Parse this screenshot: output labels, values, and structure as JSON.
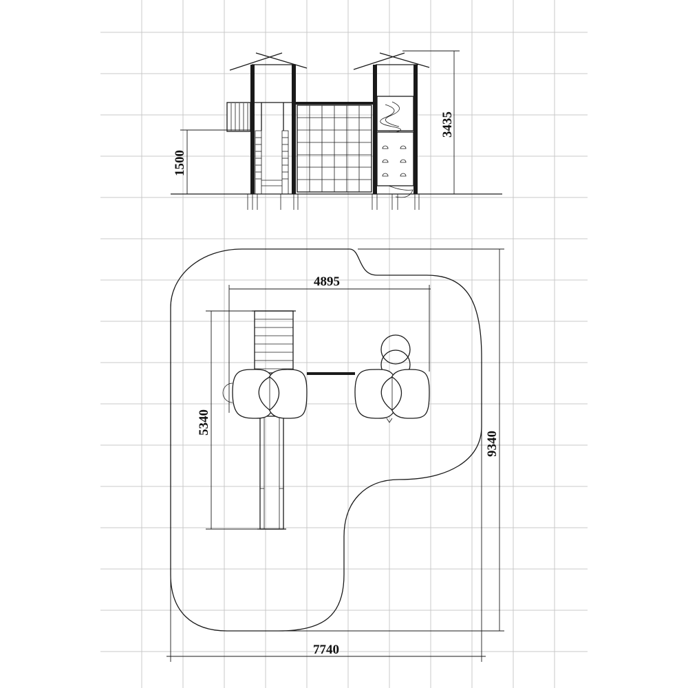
{
  "elevation": {
    "height_total": "3435",
    "platform_height": "1500"
  },
  "plan": {
    "structure_width": "4895",
    "structure_length": "5340",
    "zone_length": "9340",
    "zone_width": "7740"
  }
}
